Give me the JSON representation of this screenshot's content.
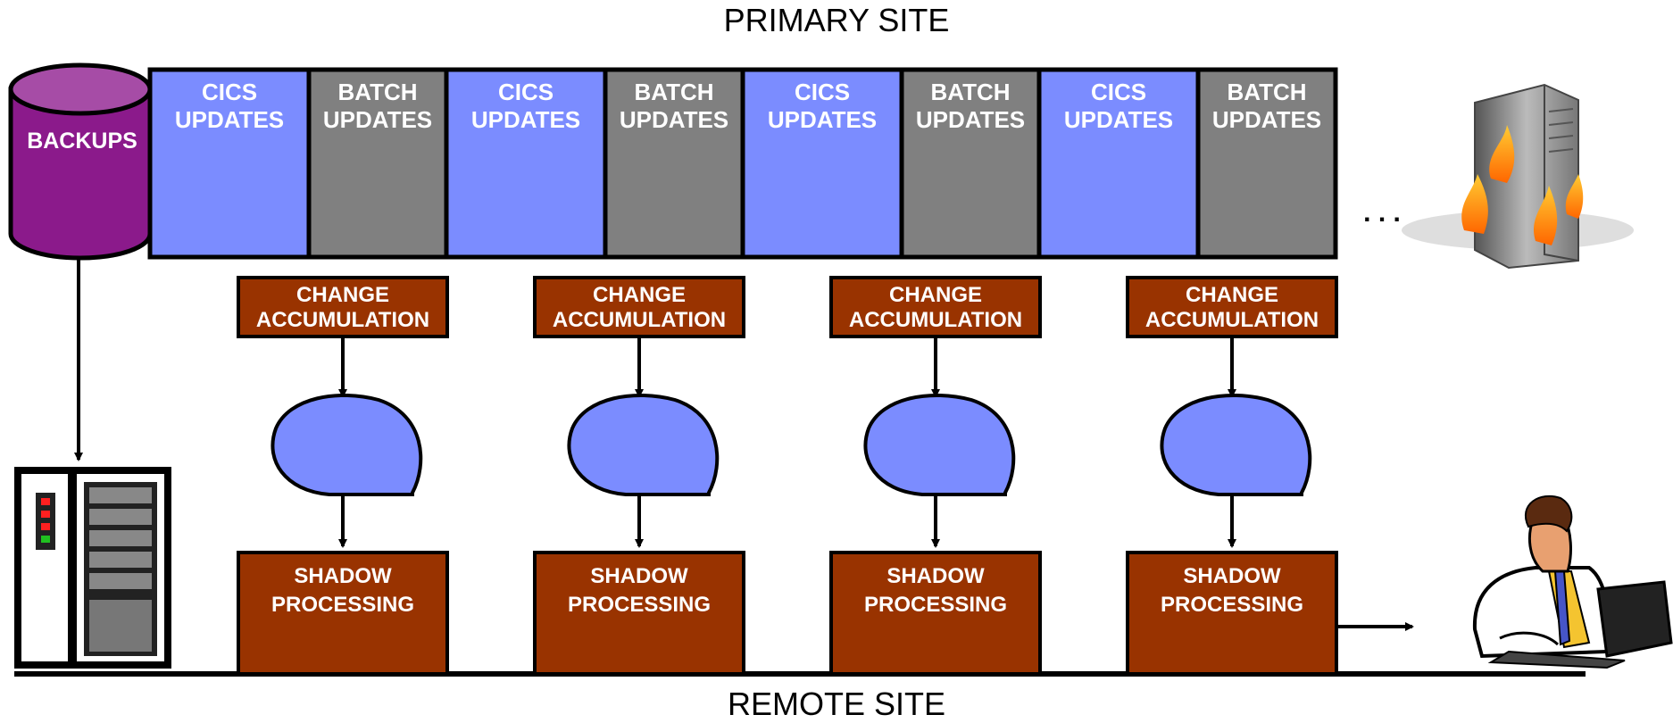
{
  "primary_site_label": "PRIMARY SITE",
  "remote_site_label": "REMOTE SITE",
  "backups_label": "BACKUPS",
  "ellipsis": ". . .",
  "timeline": [
    {
      "kind": "cics",
      "line1": "CICS",
      "line2": "UPDATES"
    },
    {
      "kind": "batch",
      "line1": "BATCH",
      "line2": "UPDATES"
    },
    {
      "kind": "cics",
      "line1": "CICS",
      "line2": "UPDATES"
    },
    {
      "kind": "batch",
      "line1": "BATCH",
      "line2": "UPDATES"
    },
    {
      "kind": "cics",
      "line1": "CICS",
      "line2": "UPDATES"
    },
    {
      "kind": "batch",
      "line1": "BATCH",
      "line2": "UPDATES"
    },
    {
      "kind": "cics",
      "line1": "CICS",
      "line2": "UPDATES"
    },
    {
      "kind": "batch",
      "line1": "BATCH",
      "line2": "UPDATES"
    }
  ],
  "change_accumulation": {
    "line1": "CHANGE",
    "line2": "ACCUMULATION"
  },
  "shadow_processing": {
    "line1": "SHADOW",
    "line2": "PROCESSING"
  },
  "icons": [
    "database-cylinder-icon",
    "burning-server-icon",
    "remote-server-rack-icon",
    "person-at-computer-icon",
    "log-file-icon"
  ],
  "colors": {
    "cics": "#7b8cff",
    "batch": "#808080",
    "backups": "#8b1a8b",
    "brown_box": "#993300",
    "log_blob": "#7b8cff"
  }
}
